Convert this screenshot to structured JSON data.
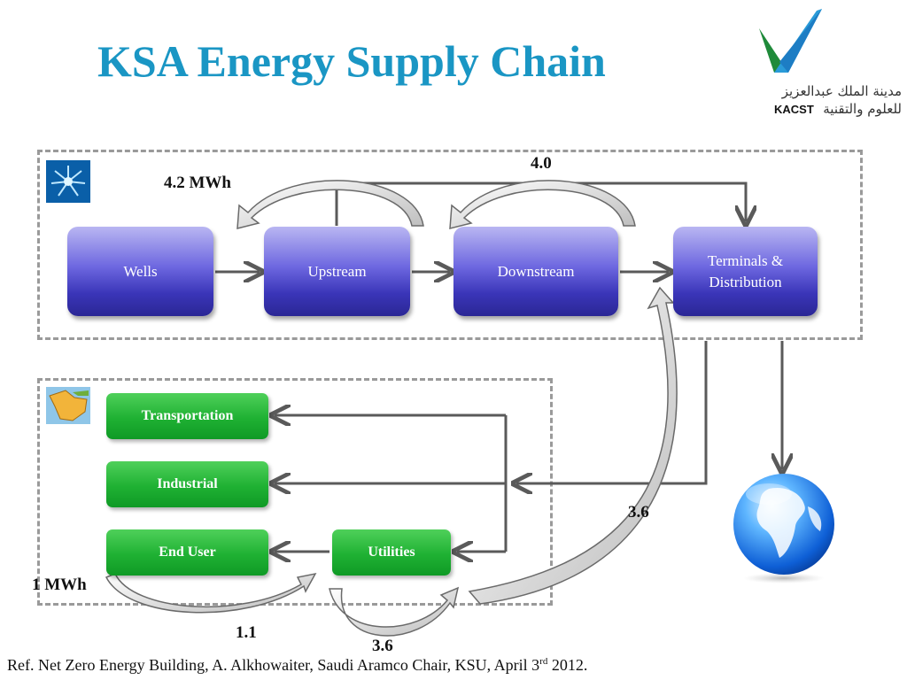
{
  "title": "KSA Energy Supply Chain",
  "logo": {
    "arabic_line1": "مدينة الملك عبدالعزيز",
    "arabic_line2": "للعلوم والتقنية",
    "abbr": "KACST"
  },
  "supply_chain": {
    "nodes": [
      "Wells",
      "Upstream",
      "Downstream",
      "Terminals & Distribution"
    ]
  },
  "demand": {
    "nodes": [
      "Transportation",
      "Industrial",
      "End User",
      "Utilities"
    ]
  },
  "labels": {
    "input_energy": "4.2 MWh",
    "downstream_flow": "4.0",
    "utilities_flow": "3.6",
    "utilities_loss": "3.6",
    "enduser_loss": "1.1",
    "end_energy": "1 MWh"
  },
  "reference": {
    "text_before": "Ref. Net Zero Energy Building, A. Alkhowaiter, Saudi Aramco Chair, KSU, April 3",
    "superscript": "rd",
    "text_after": " 2012."
  }
}
